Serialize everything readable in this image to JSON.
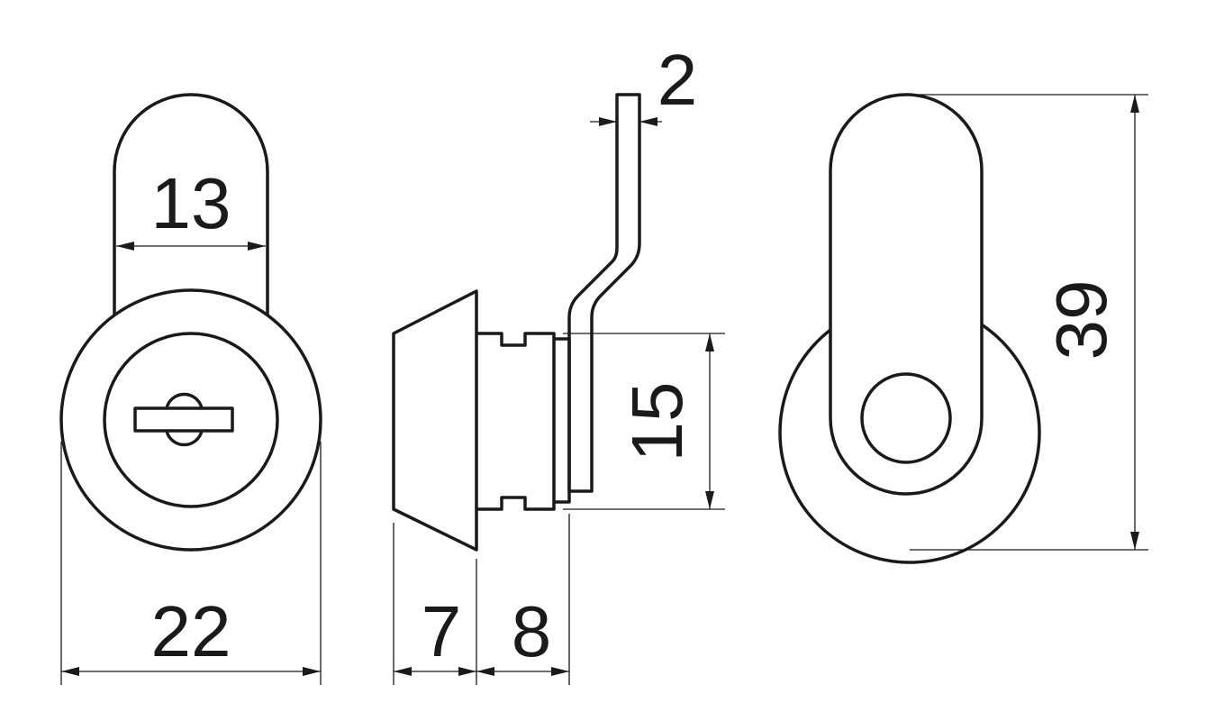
{
  "drawing": {
    "dimensions": {
      "tongue_width": "13",
      "body_diameter": "22",
      "flange_depth": "7",
      "barrel_length": "8",
      "cam_thickness": "2",
      "barrel_height": "15",
      "overall_height": "39"
    }
  }
}
